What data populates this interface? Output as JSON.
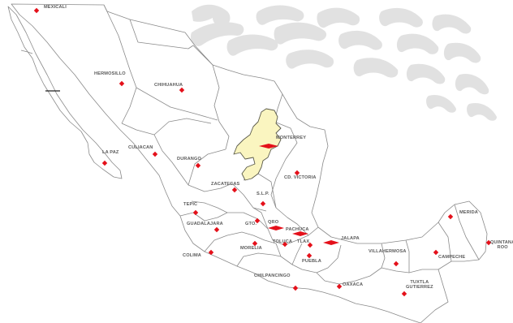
{
  "map": {
    "colors": {
      "background": "#ffffff",
      "land": "#ffffff",
      "border": "#8a8a8a",
      "highlight_fill": "#faf5c0",
      "highlight_stroke": "#5a5a4a",
      "marker": "#e4101a",
      "label": "#5a5a5a",
      "watermark": "#d6d6d6"
    },
    "highlighted_state": "Nuevo León",
    "watermark": "stylized-eagle-emblem",
    "cities": [
      {
        "id": "mexicali",
        "name": "MEXICALI",
        "marker": "diamond"
      },
      {
        "id": "hermosillo",
        "name": "HERMOSILLO",
        "marker": "diamond"
      },
      {
        "id": "chihuahua",
        "name": "CHIHUAHUA",
        "marker": "diamond"
      },
      {
        "id": "la-paz",
        "name": "LA PAZ",
        "marker": "diamond"
      },
      {
        "id": "culiacan",
        "name": "CULIACAN",
        "marker": "diamond"
      },
      {
        "id": "durango",
        "name": "DURANGO",
        "marker": "diamond"
      },
      {
        "id": "monterrey",
        "name": "MONTERREY",
        "marker": "lens"
      },
      {
        "id": "cd-victoria",
        "name": "CD. VICTORIA",
        "marker": "diamond"
      },
      {
        "id": "zacatecas",
        "name": "ZACATECAS",
        "marker": "diamond"
      },
      {
        "id": "slp",
        "name": "S.L.P.",
        "marker": "diamond"
      },
      {
        "id": "tepic",
        "name": "TEPIC",
        "marker": "diamond"
      },
      {
        "id": "guadalajara",
        "name": "GUADALAJARA",
        "marker": "diamond"
      },
      {
        "id": "gto",
        "name": "GTO.",
        "marker": "diamond"
      },
      {
        "id": "qro",
        "name": "QRO",
        "marker": "lens"
      },
      {
        "id": "pachuca",
        "name": "PACHUCA",
        "marker": "lens"
      },
      {
        "id": "jalapa",
        "name": "JALAPA",
        "marker": "lens"
      },
      {
        "id": "tlax",
        "name": "TLAX",
        "marker": "diamond"
      },
      {
        "id": "toluca",
        "name": "TOLUCA",
        "marker": "diamond"
      },
      {
        "id": "morelia",
        "name": "MORELIA",
        "marker": "diamond"
      },
      {
        "id": "puebla",
        "name": "PUEBLA",
        "marker": "diamond"
      },
      {
        "id": "colima",
        "name": "COLIMA",
        "marker": "diamond"
      },
      {
        "id": "chilpancingo",
        "name": "CHILPANCINGO",
        "marker": "diamond"
      },
      {
        "id": "oaxaca",
        "name": "OAXACA",
        "marker": "diamond"
      },
      {
        "id": "villahermosa",
        "name": "VILLAHERMOSA",
        "marker": "diamond"
      },
      {
        "id": "tuxtla",
        "name": "TUXTLA\nGUTIERREZ",
        "marker": "diamond"
      },
      {
        "id": "campeche",
        "name": "CAMPECHE",
        "marker": "diamond"
      },
      {
        "id": "merida",
        "name": "MERIDA",
        "marker": "diamond"
      },
      {
        "id": "quintana-roo",
        "name": "QUINTANA\nROO",
        "marker": "diamond"
      }
    ]
  }
}
